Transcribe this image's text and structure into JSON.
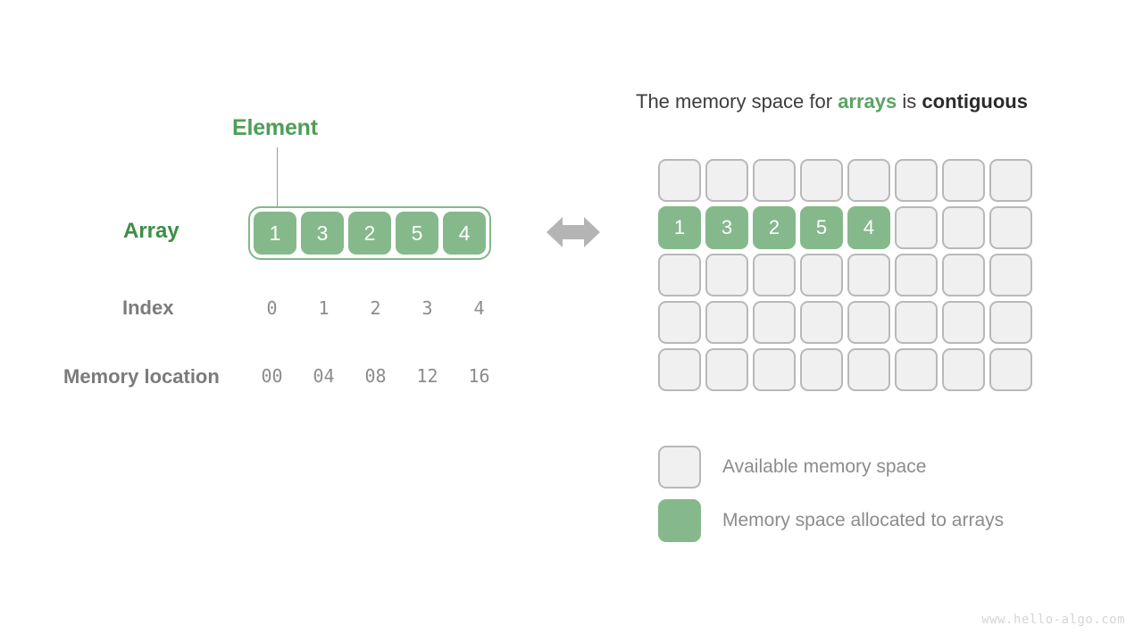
{
  "colors": {
    "green_fill": "#85b98b",
    "green_border": "#82b98a",
    "green_label": "#3d8d46",
    "green_accent": "#4d9e56",
    "gray_label": "#7b7b7b",
    "gray_value": "#8c8c8c",
    "cell_empty_fill": "#f0f0f0",
    "cell_empty_border": "#b8b8b8",
    "heading_text": "#3d3d3d",
    "heading_bold": "#2b2b2b",
    "watermark": "#d6d6d6",
    "arrow": "#b4b4b4",
    "leader_line": "#9c9c9c"
  },
  "left": {
    "element_label": "Element",
    "array_label": "Array",
    "index_label": "Index",
    "memory_label": "Memory location",
    "array_values": [
      "1",
      "3",
      "2",
      "5",
      "4"
    ],
    "index_values": [
      "0",
      "1",
      "2",
      "3",
      "4"
    ],
    "memory_values": [
      "00",
      "04",
      "08",
      "12",
      "16"
    ]
  },
  "arrow": {
    "icon": "double-arrow-horizontal-icon"
  },
  "right": {
    "heading": {
      "part1": "The memory space for ",
      "keyword_green": "arrays",
      "part2": " is ",
      "keyword_dark": "contiguous"
    },
    "grid": {
      "columns": 8,
      "rows": 5,
      "filled_row_index": 1,
      "filled_values": [
        "1",
        "3",
        "2",
        "5",
        "4"
      ]
    },
    "legend": [
      {
        "swatch": "available",
        "label": "Available memory space"
      },
      {
        "swatch": "allocated",
        "label": "Memory space allocated to arrays"
      }
    ]
  },
  "watermark": "www.hello-algo.com"
}
